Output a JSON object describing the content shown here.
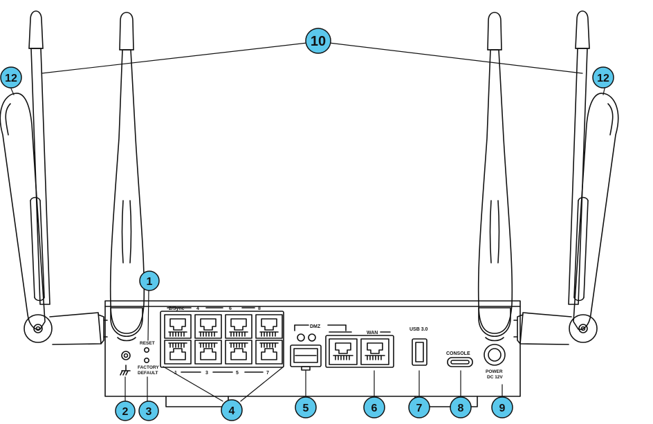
{
  "callouts": {
    "c1": "1",
    "c2": "2",
    "c3": "3",
    "c4": "4",
    "c5": "5",
    "c6": "6",
    "c7": "7",
    "c8": "8",
    "c9": "9",
    "c10": "10",
    "c12a": "12",
    "c12b": "12"
  },
  "panel_labels": {
    "reset": "RESET",
    "factory": "FACTORY",
    "default": "DEFAULT",
    "port_2sync": "2/Sync",
    "port_4": "4",
    "port_6": "6",
    "port_8": "8",
    "port_1": "1",
    "port_3": "3",
    "port_5": "5",
    "port_7": "7",
    "dmz": "DMZ",
    "wan": "WAN",
    "usb": "USB 3.0",
    "console": "CONSOLE",
    "power": "POWER",
    "power_spec": "DC 12V"
  },
  "colors": {
    "callout_fill": "#5bc8ec",
    "line": "#111111"
  }
}
